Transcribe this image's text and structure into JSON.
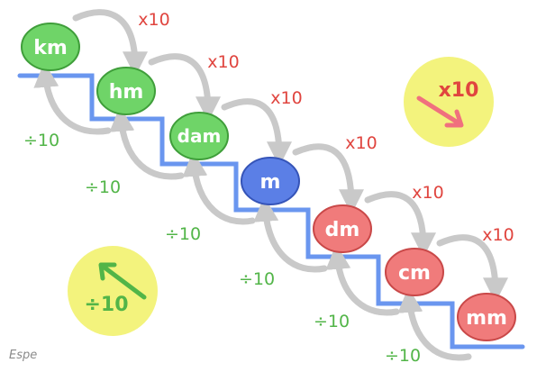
{
  "colors": {
    "green_fill": "#6fd468",
    "green_stroke": "#3f9e3a",
    "blue_fill": "#5b7fe6",
    "blue_stroke": "#3554b8",
    "red_fill": "#f07b7b",
    "red_stroke": "#c94848",
    "stair_line": "#6a96ef",
    "arrow_gray": "#c9c9c9",
    "badge_yellow": "#f3f37d",
    "multiply_red": "#e0453f",
    "divide_green": "#52b548"
  },
  "units": [
    {
      "label": "km",
      "color": "green"
    },
    {
      "label": "hm",
      "color": "green"
    },
    {
      "label": "dam",
      "color": "green"
    },
    {
      "label": "m",
      "color": "blue"
    },
    {
      "label": "dm",
      "color": "red"
    },
    {
      "label": "cm",
      "color": "red"
    },
    {
      "label": "mm",
      "color": "red"
    }
  ],
  "multiply_labels": [
    "x10",
    "x10",
    "x10",
    "x10",
    "x10",
    "x10"
  ],
  "divide_labels": [
    "÷10",
    "÷10",
    "÷10",
    "÷10",
    "÷10",
    "÷10"
  ],
  "badges": {
    "multiply": {
      "text": "x10",
      "icon": "arrow-down-right-icon"
    },
    "divide": {
      "text": "÷10",
      "icon": "arrow-up-left-icon"
    }
  },
  "signature": "Espe"
}
